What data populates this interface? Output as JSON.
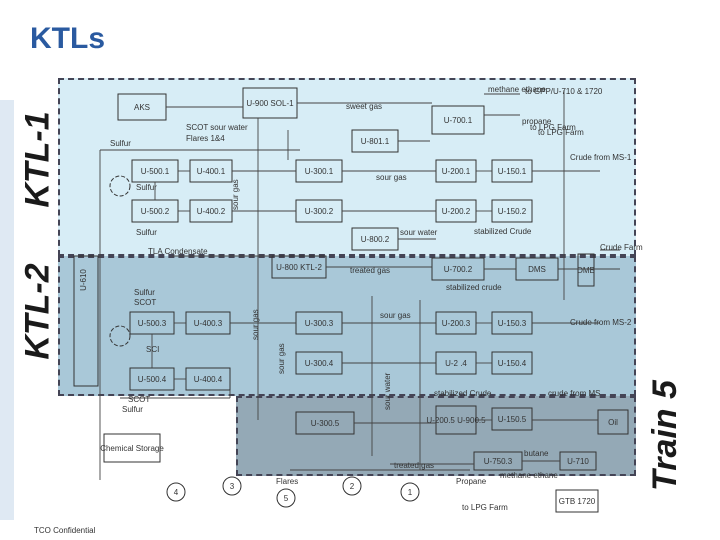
{
  "title": "KTLs",
  "labels": {
    "ktl1": "KTL-1",
    "ktl2": "KTL-2",
    "train5": "Train 5"
  },
  "footer": "TCO Confidential",
  "units": [
    {
      "id": "aks",
      "text": "AKS"
    },
    {
      "id": "u900-sol1",
      "text": "U-900 SOL-1"
    },
    {
      "id": "u700-1",
      "text": "U-700.1"
    },
    {
      "id": "u500-1",
      "text": "U-500.1"
    },
    {
      "id": "u400-1",
      "text": "U-400.1"
    },
    {
      "id": "u500-2",
      "text": "U-500.2"
    },
    {
      "id": "u400-2",
      "text": "U-400.2"
    },
    {
      "id": "u801",
      "text": "U-801.1"
    },
    {
      "id": "u300-1",
      "text": "U-300.1"
    },
    {
      "id": "u300-2",
      "text": "U-300.2"
    },
    {
      "id": "u200-1",
      "text": "U-200.1"
    },
    {
      "id": "u200-2",
      "text": "U-200.2"
    },
    {
      "id": "u150-1",
      "text": "U-150.1"
    },
    {
      "id": "u150-2",
      "text": "U-150.2"
    },
    {
      "id": "u800-2",
      "text": "U-800.2"
    },
    {
      "id": "u800-ktl2",
      "text": "U-800 KTL-2"
    },
    {
      "id": "u700-2",
      "text": "U-700.2"
    },
    {
      "id": "dms",
      "text": "DMS"
    },
    {
      "id": "u500-3",
      "text": "U-500.3"
    },
    {
      "id": "u400-3",
      "text": "U-400.3"
    },
    {
      "id": "u300-3",
      "text": "U-300.3"
    },
    {
      "id": "u200-3",
      "text": "U-200.3"
    },
    {
      "id": "u150-3",
      "text": "U-150.3"
    },
    {
      "id": "u300-4",
      "text": "U-300.4"
    },
    {
      "id": "u200-4",
      "text": "U-2 .4"
    },
    {
      "id": "u150-4",
      "text": "U-150.4"
    },
    {
      "id": "u500-4",
      "text": "U-500.4"
    },
    {
      "id": "u400-4",
      "text": "U-400.4"
    },
    {
      "id": "u300-5",
      "text": "U-300.5"
    },
    {
      "id": "u200-5",
      "text": "U-200.5 U-900.5"
    },
    {
      "id": "u150-5",
      "text": "U-150.5"
    },
    {
      "id": "oil",
      "text": "Oil"
    },
    {
      "id": "u750",
      "text": "U-750.3"
    },
    {
      "id": "u710",
      "text": "U-710"
    },
    {
      "id": "chem",
      "text": "Chemical Storage"
    },
    {
      "id": "dmb",
      "text": "DMB"
    },
    {
      "id": "u610",
      "text": "U-610"
    },
    {
      "id": "gtb",
      "text": "GTB 1720"
    }
  ],
  "annotations": [
    "methane ethane",
    "to GPP/U-710 & 1720",
    "to LPG Farm",
    "propane",
    "to LPG Farm",
    "sweet gas",
    "SCOT sour water",
    "Flares 1&4",
    "Sulfur",
    "Crude from MS-1",
    "Sulfur",
    "sour gas",
    "Sulfur",
    "sour water",
    "stabilized Crude",
    "Crude Farm",
    "TLA Condensate",
    "treated gas",
    "stabilized crude",
    "Sulfur",
    "SCOT",
    "sour gas",
    "Crude from MS-2",
    "SCI",
    "sour gas",
    "sour gas",
    "SCOT",
    "Sulfur",
    "crude from MS",
    "stabilized Crude",
    "butane",
    "treated gas",
    "Propane",
    "methane ethane",
    "to LPG Farm",
    "Flares",
    "sour water",
    "sour gas"
  ],
  "circles": [
    "4",
    "3",
    "5",
    "2",
    "1"
  ]
}
